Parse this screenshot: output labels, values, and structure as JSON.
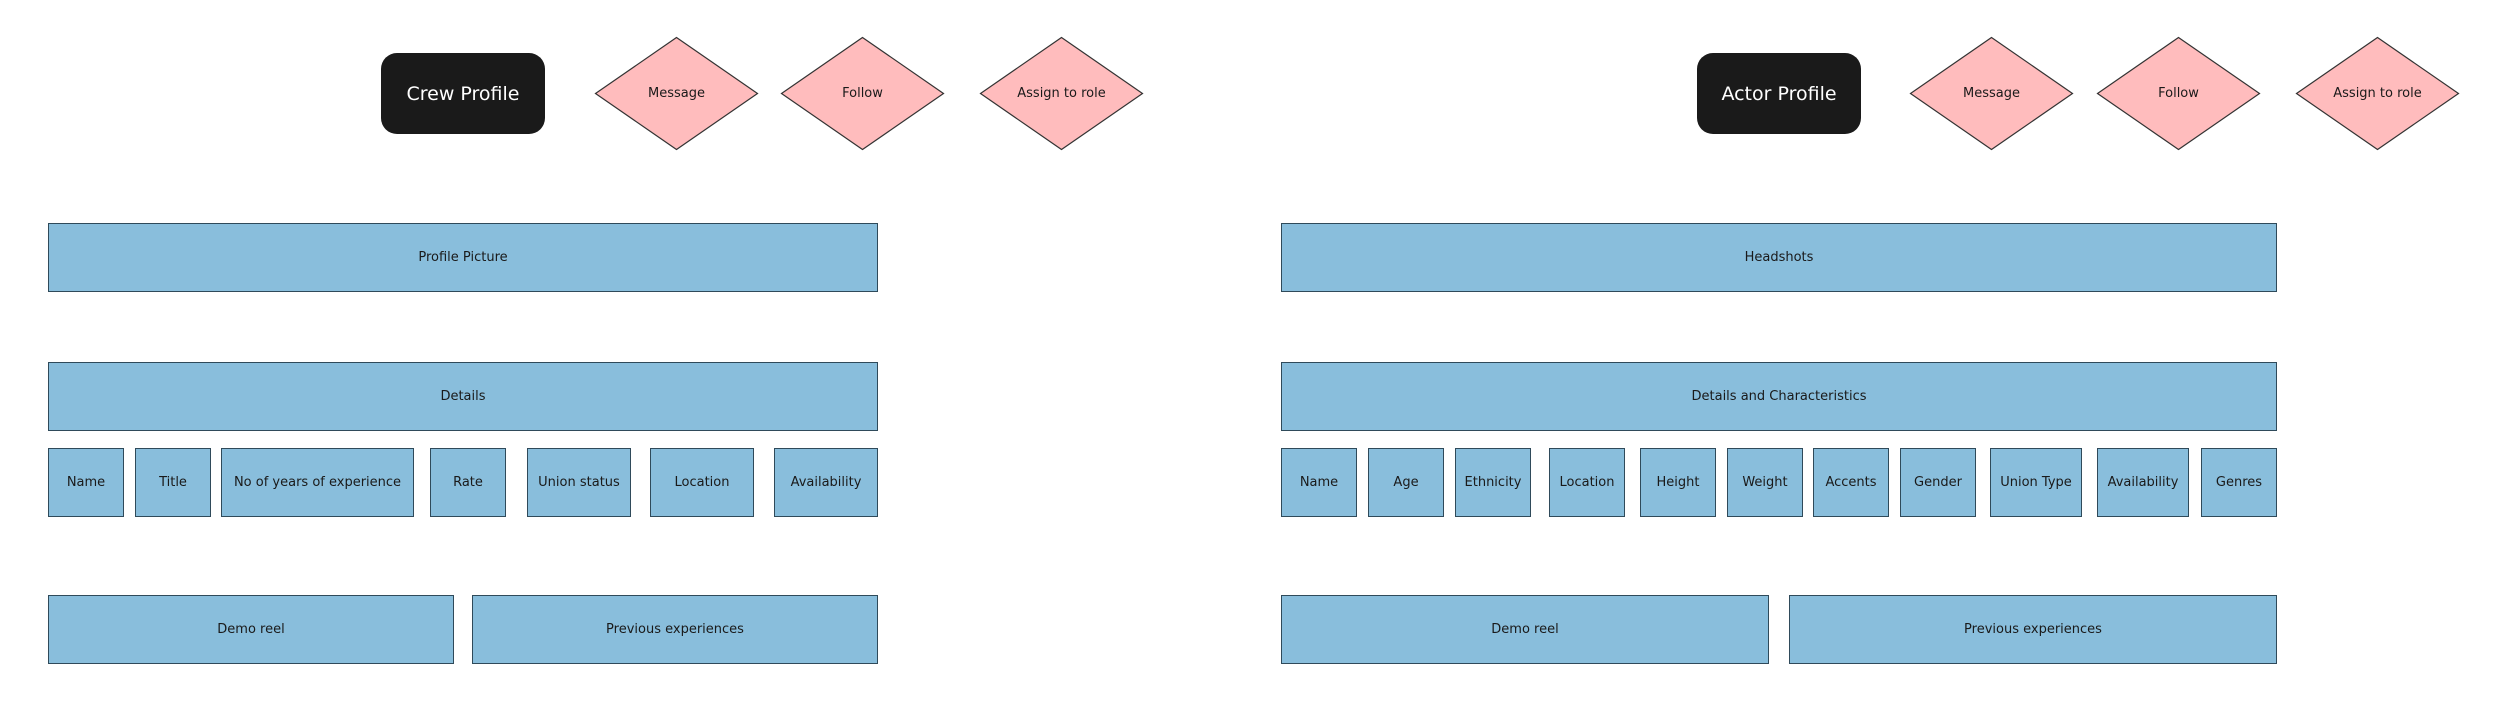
{
  "crew": {
    "title": "Crew Profile",
    "actions": [
      "Message",
      "Follow",
      "Assign to role"
    ],
    "profile_picture": "Profile Picture",
    "details": "Details",
    "fields": [
      "Name",
      "Title",
      "No of years of experience",
      "Rate",
      "Union status",
      "Location",
      "Availability"
    ],
    "demo_reel": "Demo reel",
    "previous_experiences": "Previous experiences"
  },
  "actor": {
    "title": "Actor Profile",
    "actions": [
      "Message",
      "Follow",
      "Assign to role"
    ],
    "headshots": "Headshots",
    "details": "Details and Characteristics",
    "fields": [
      "Name",
      "Age",
      "Ethnicity",
      "Location",
      "Height",
      "Weight",
      "Accents",
      "Gender",
      "Union Type",
      "Availability",
      "Genres"
    ],
    "demo_reel": "Demo reel",
    "previous_experiences": "Previous experiences"
  },
  "colors": {
    "box_fill": "#89bedc",
    "box_stroke": "#2f4a5a",
    "diamond_fill": "#ffbcbd",
    "diamond_stroke": "#333333",
    "title_fill": "#1a1a1a",
    "title_text": "#ffffff"
  }
}
